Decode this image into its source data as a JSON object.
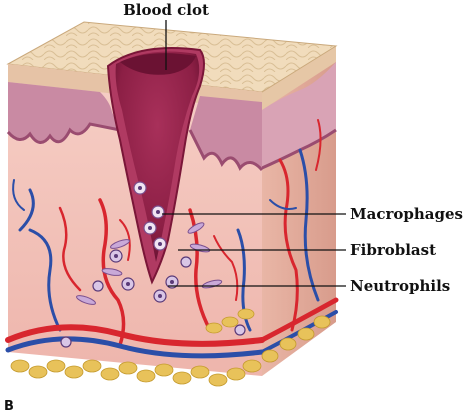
{
  "labels": {
    "blood_clot": "Blood clot",
    "macrophages": "Macrophages",
    "fibroblast": "Fibroblast",
    "neutrophils": "Neutrophils"
  },
  "panel_letter": "B",
  "colors": {
    "epidermis_top": "#efd9b6",
    "epidermis_side": "#e3b7a0",
    "dermis": "#f2c3bb",
    "basal_layer": "#a85a7c",
    "clot": "#8c1f45",
    "clot_dark": "#5e0f2c",
    "artery": "#d8262e",
    "vein": "#2b4ea8",
    "fat": "#e8c25a",
    "cell": "#c9a9d8",
    "leader_line": "#111111"
  }
}
